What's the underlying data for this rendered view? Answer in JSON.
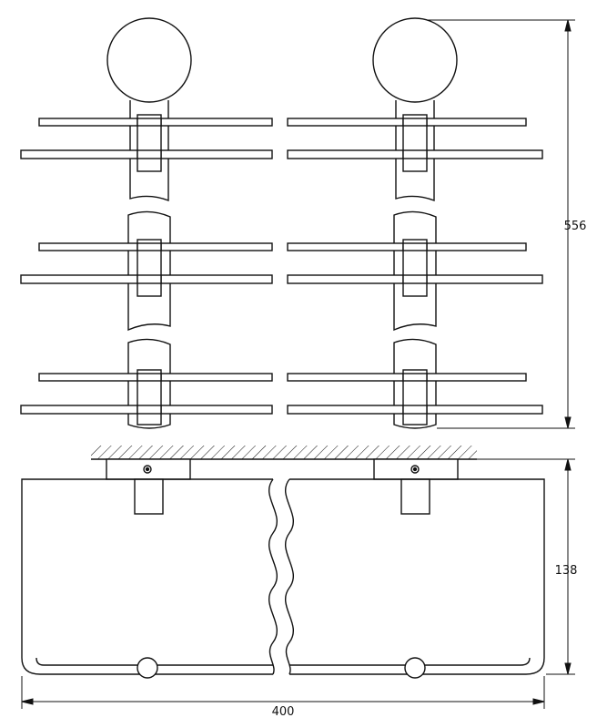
{
  "drawing": {
    "dimensions": {
      "height_total": "556",
      "depth": "138",
      "width": "400"
    },
    "colors": {
      "line": "#111111",
      "background": "#ffffff"
    }
  }
}
